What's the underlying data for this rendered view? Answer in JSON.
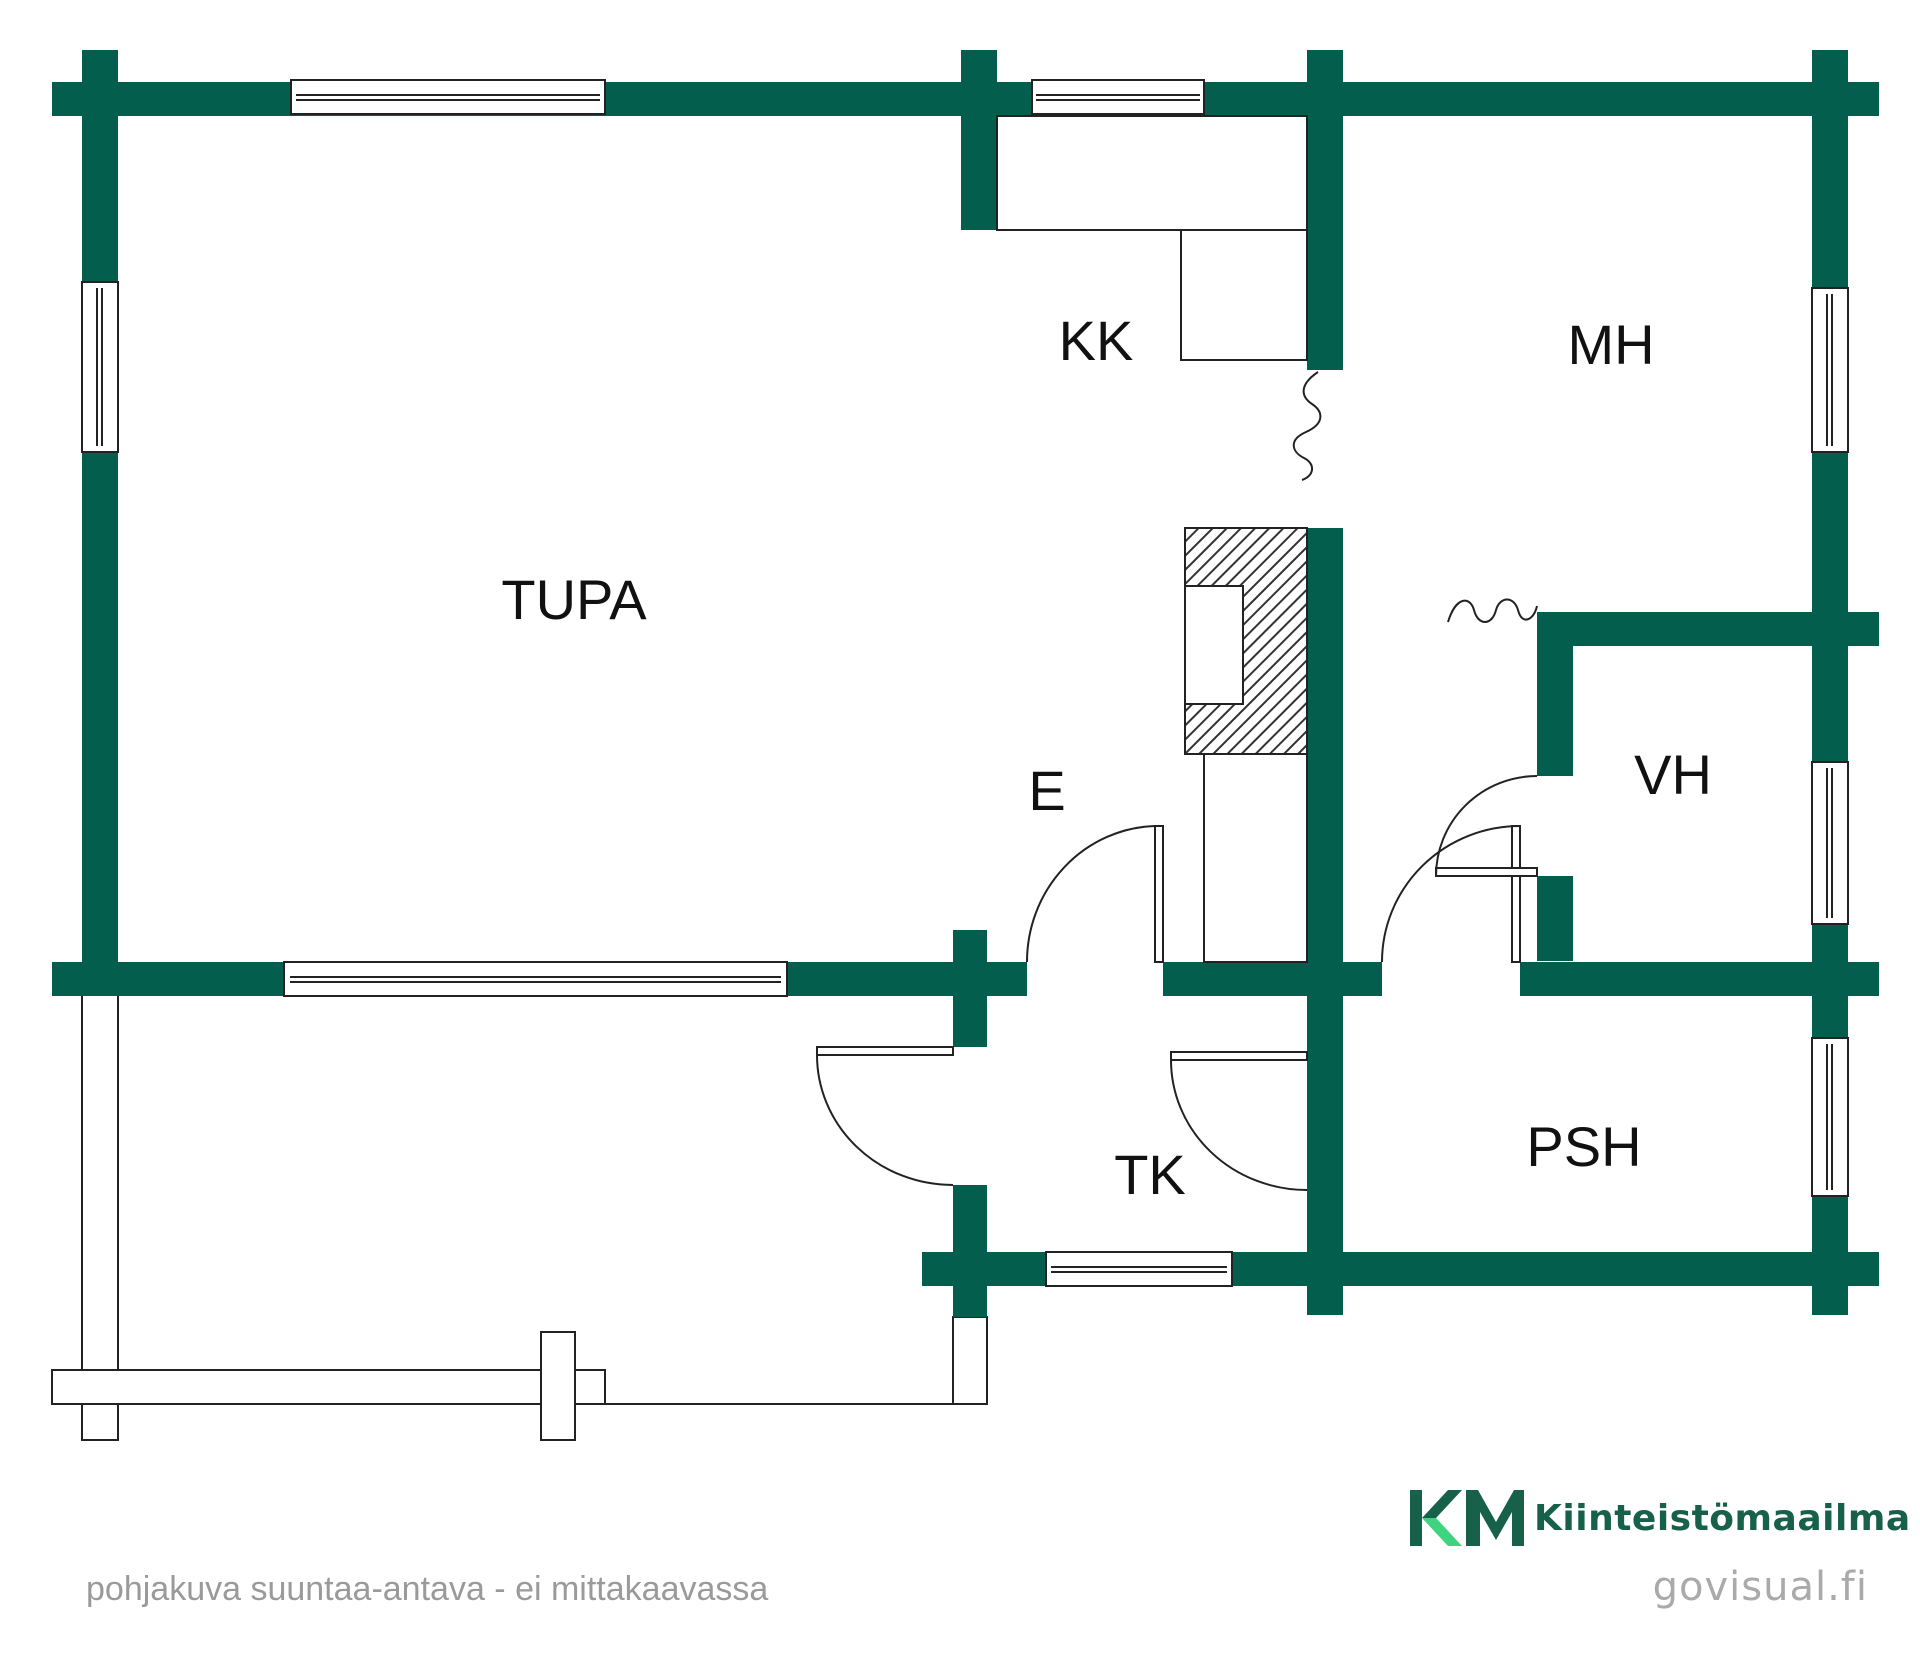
{
  "colors": {
    "wall": "#045e4d",
    "line": "#222222",
    "brand_dark": "#17614a",
    "brand_light": "#3ed37e",
    "note": "#9a9a9a"
  },
  "rooms": {
    "tupa": "TUPA",
    "kk": "KK",
    "mh": "MH",
    "e": "E",
    "vh": "VH",
    "tk": "TK",
    "psh": "PSH"
  },
  "footer": {
    "note": "pohjakuva suuntaa-antava - ei mittakaavassa",
    "brand_name": "Kiinteistömaailma",
    "credit": "govisual.fi"
  }
}
